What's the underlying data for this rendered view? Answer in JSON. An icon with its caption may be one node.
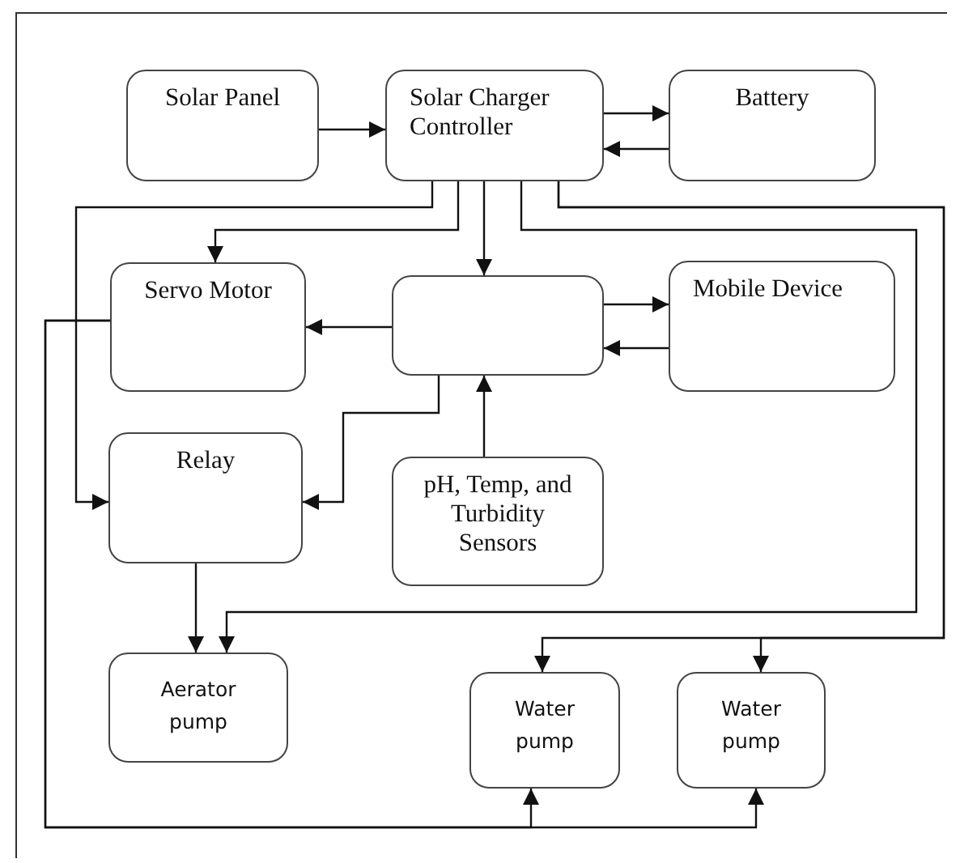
{
  "diagram": {
    "nodes": [
      {
        "text": [
          "Solar Panel"
        ]
      },
      {
        "text": [
          "Solar Charger Controller"
        ]
      },
      {
        "text": [
          "Battery"
        ]
      },
      {
        "text": [
          "Servo Motor"
        ]
      },
      {
        "text": [],
        "shape": "box"
      },
      {
        "text": [
          "Mobile Device"
        ]
      },
      {
        "text": [
          "Relay"
        ]
      },
      {
        "text": [
          "pH, Temp, and Turbidity Sensors"
        ]
      },
      {
        "text": [
          "Aerator pump"
        ]
      },
      {
        "text": [
          "Water pump"
        ]
      },
      {
        "text": [
          "Water pump"
        ]
      }
    ],
    "edges": [
      {
        "from": 0,
        "to": 1,
        "arrow": "to"
      },
      {
        "from": 1,
        "to": 2,
        "arrow": "to"
      },
      {
        "from": 2,
        "to": 1,
        "arrow": "to"
      },
      {
        "from": 1,
        "to": 3,
        "arrow": "to"
      },
      {
        "from": 1,
        "to": 4,
        "arrow": "to"
      },
      {
        "from": 1,
        "to": 6,
        "arrow": "to"
      },
      {
        "from": 1,
        "to": 8,
        "arrow": "to"
      },
      {
        "from": 1,
        "to": 9,
        "arrow": "to"
      },
      {
        "from": 1,
        "to": 10,
        "arrow": "to"
      },
      {
        "from": 4,
        "to": 3,
        "arrow": "to"
      },
      {
        "from": 4,
        "to": 5,
        "arrow": "to"
      },
      {
        "from": 5,
        "to": 4,
        "arrow": "to"
      },
      {
        "from": 4,
        "to": 6,
        "arrow": "to"
      },
      {
        "from": 7,
        "to": 4,
        "arrow": "to"
      },
      {
        "from": 6,
        "to": 8,
        "arrow": "to"
      },
      {
        "from": 3,
        "to": 9,
        "arrow": "to"
      },
      {
        "from": 3,
        "to": 10,
        "arrow": "to"
      }
    ]
  }
}
